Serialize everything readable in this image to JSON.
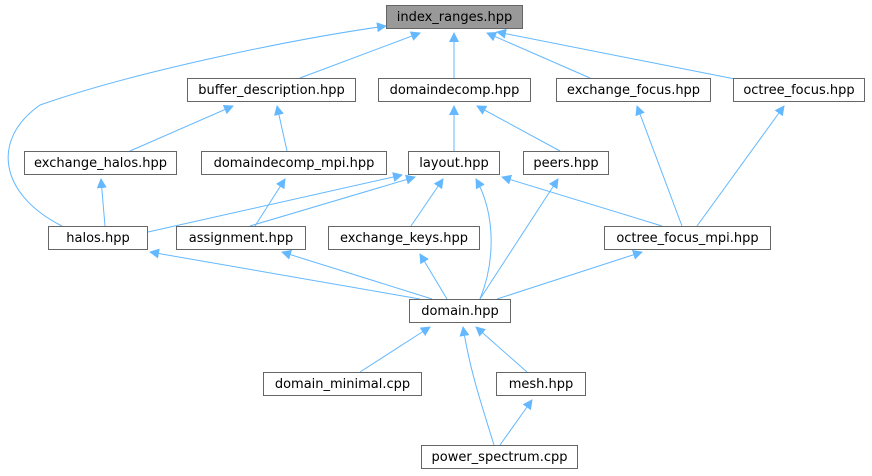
{
  "colors": {
    "edge": "#63b8ff",
    "border": "#666666",
    "root_fill": "#999999",
    "node_fill": "#ffffff"
  },
  "nodes": {
    "index_ranges": "index_ranges.hpp",
    "buffer_description": "buffer_description.hpp",
    "domaindecomp": "domaindecomp.hpp",
    "exchange_focus": "exchange_focus.hpp",
    "octree_focus": "octree_focus.hpp",
    "exchange_halos": "exchange_halos.hpp",
    "domaindecomp_mpi": "domaindecomp_mpi.hpp",
    "layout": "layout.hpp",
    "peers": "peers.hpp",
    "halos": "halos.hpp",
    "assignment": "assignment.hpp",
    "exchange_keys": "exchange_keys.hpp",
    "octree_focus_mpi": "octree_focus_mpi.hpp",
    "domain": "domain.hpp",
    "domain_minimal": "domain_minimal.cpp",
    "mesh": "mesh.hpp",
    "power_spectrum": "power_spectrum.cpp"
  }
}
